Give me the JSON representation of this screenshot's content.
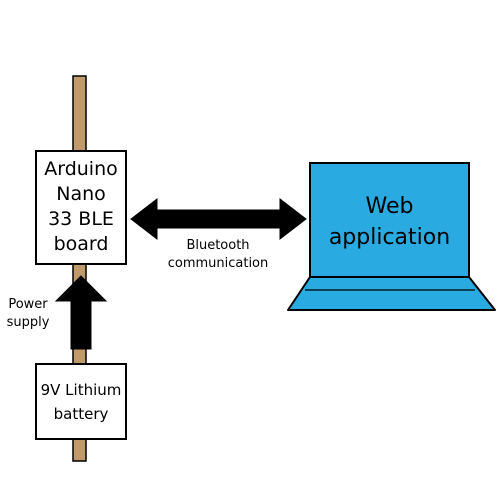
{
  "nodes": {
    "arduino": {
      "label": "Arduino\nNano\n33 BLE\nboard"
    },
    "battery": {
      "label": "9V Lithium\nbattery"
    },
    "laptop": {
      "label": "Web\napplication",
      "screen_color": "#29abe2"
    }
  },
  "edges": {
    "power": {
      "label": "Power\nsupply"
    },
    "bluetooth": {
      "label": "Bluetooth\ncommunication"
    }
  },
  "colors": {
    "rod": "#c19a6b",
    "arrow": "#000000",
    "stroke": "#000000",
    "box_fill": "#ffffff"
  }
}
